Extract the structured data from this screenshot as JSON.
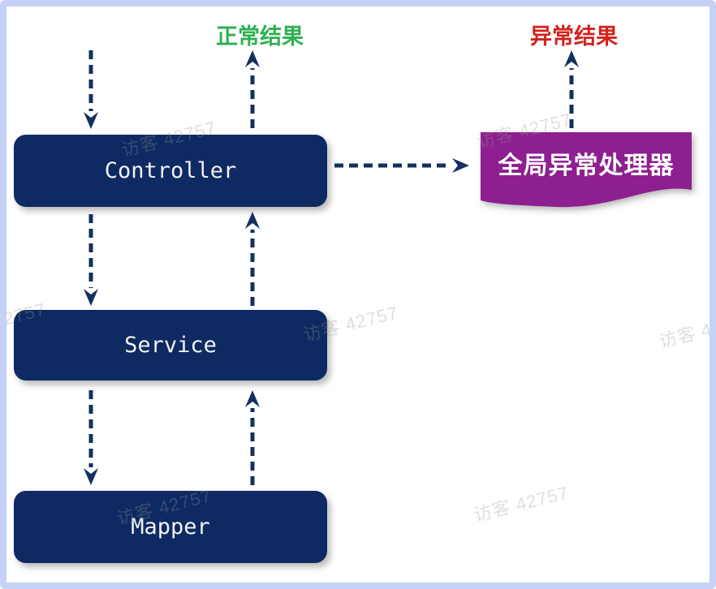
{
  "diagram": {
    "title_hint": "layered exception-handling flow",
    "nodes": {
      "controller": {
        "label": "Controller"
      },
      "service": {
        "label": "Service"
      },
      "mapper": {
        "label": "Mapper"
      },
      "exception_handler": {
        "label": "全局异常处理器"
      }
    },
    "results": {
      "normal": {
        "text": "正常结果",
        "color": "#2fb052"
      },
      "error": {
        "text": "异常结果",
        "color": "#d3221c"
      }
    },
    "watermark": {
      "text": "访客 42757"
    },
    "colors": {
      "node_fill": "#0e2a63",
      "node_text": "#f2f2f2",
      "arrow": "#13305f",
      "handler_fill": "#8e1f90",
      "handler_text": "#ffffff",
      "frame_border": "#c5d2f6",
      "inner_hairline": "#cacaca",
      "background": "#ffffff"
    }
  }
}
